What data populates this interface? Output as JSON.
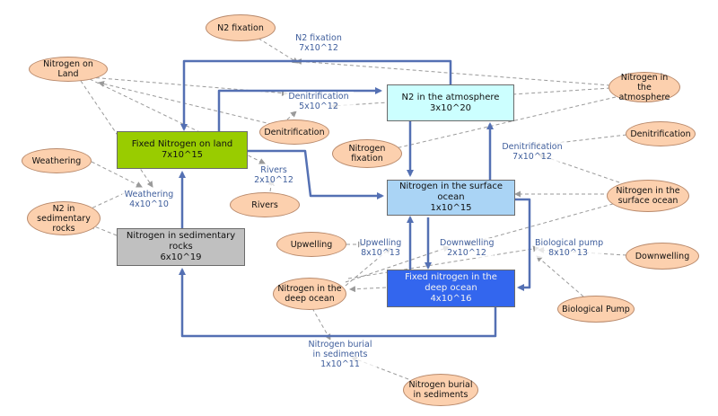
{
  "stocks": {
    "atmosphere": {
      "name": "N2 in the atmosphere",
      "value": "3x10^20",
      "color": "#ccffff"
    },
    "land": {
      "name": "Fixed Nitrogen on land",
      "value": "7x10^15",
      "color": "#99cc00"
    },
    "surface_ocean": {
      "name": "Nitrogen in the surface ocean",
      "value": "1x10^15",
      "color": "#aad4f5"
    },
    "sediment_rocks": {
      "name": "Nitrogen in sedimentary rocks",
      "value": "6x10^19",
      "color": "#c0c0c0"
    },
    "deep_ocean": {
      "name": "Fixed nitrogen in the deep ocean",
      "value": "4x10^16",
      "color": "#3366ee"
    }
  },
  "flows": {
    "n2_fixation": {
      "name": "N2 fixation",
      "value": "7x10^12"
    },
    "denit_land": {
      "name": "Denitrification",
      "value": "5x10^12"
    },
    "rivers": {
      "name": "Rivers",
      "value": "2x10^12"
    },
    "weathering": {
      "name": "Weathering",
      "value": "4x10^10"
    },
    "denit_ocean": {
      "name": "Denitrification",
      "value": "7x10^12"
    },
    "upwelling": {
      "name": "Upwelling",
      "value": "8x10^13"
    },
    "downwelling": {
      "name": "Downwelling",
      "value": "2x10^12"
    },
    "bio_pump": {
      "name": "Biological pump",
      "value": "8x10^13"
    },
    "burial": {
      "name_line1": "Nitrogen burial",
      "name_line2": "in sediments",
      "value": "1x10^11"
    }
  },
  "variables": {
    "n2_fixation": "N2 fixation",
    "nitrogen_on_land": "Nitrogen on Land",
    "denitrification_left": "Denitrification",
    "nitrogen_fixation": "Nitrogen fixation",
    "nitrogen_in_atmosphere": "Nitrogen in the atmosphere",
    "denitrification_right": "Denitrification",
    "weathering": "Weathering",
    "n2_sedimentary": "N2 in sedimentary rocks",
    "rivers": "Rivers",
    "nitrogen_surface_ocean": "Nitrogen in the surface ocean",
    "upwelling": "Upwelling",
    "downwelling": "Downwelling",
    "nitrogen_deep_ocean": "Nitrogen in the deep ocean",
    "biological_pump": "Biological Pump",
    "burial_in_sediments": "Nitrogen burial in sediments"
  },
  "colors": {
    "flow_pipe": "#5470b3",
    "info_link": "#9a9a9a",
    "variable_fill": "#fcd0ae",
    "flow_text": "#3f5e9c"
  }
}
